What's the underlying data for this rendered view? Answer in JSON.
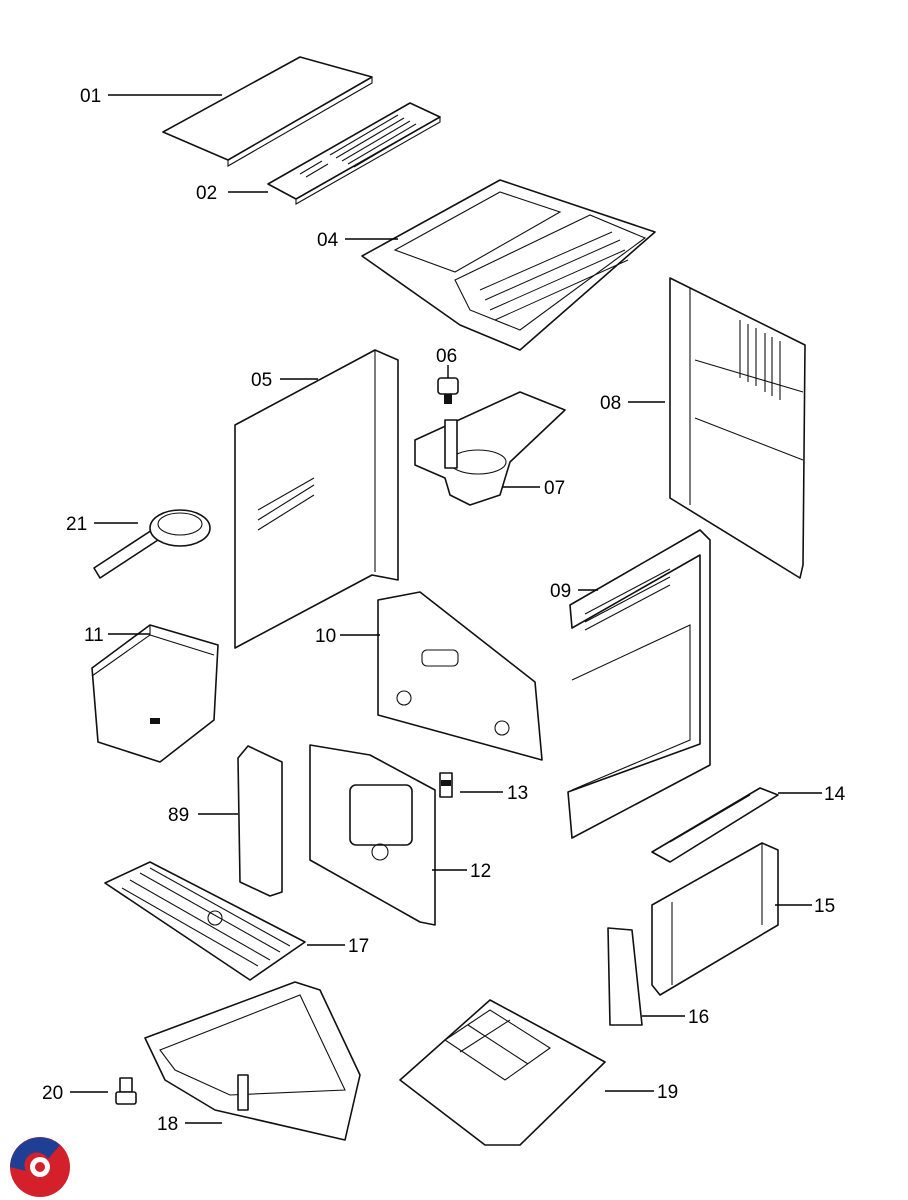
{
  "colors": {
    "line": "#111111",
    "background": "#ffffff",
    "logo_red": "#d4202a",
    "logo_blue": "#1f3f95"
  },
  "parts": [
    {
      "id": "01",
      "icon": "top-lid"
    },
    {
      "id": "02",
      "icon": "vent-cover"
    },
    {
      "id": "04",
      "icon": "cup-tray-top"
    },
    {
      "id": "05",
      "icon": "left-side-panel"
    },
    {
      "id": "06",
      "icon": "knob"
    },
    {
      "id": "07",
      "icon": "funnel-hopper"
    },
    {
      "id": "08",
      "icon": "rear-panel"
    },
    {
      "id": "09",
      "icon": "right-side-panel"
    },
    {
      "id": "10",
      "icon": "control-panel"
    },
    {
      "id": "11",
      "icon": "grounds-container"
    },
    {
      "id": "12",
      "icon": "brew-unit-door"
    },
    {
      "id": "13",
      "icon": "latch"
    },
    {
      "id": "14",
      "icon": "tank-lid"
    },
    {
      "id": "15",
      "icon": "water-tank"
    },
    {
      "id": "16",
      "icon": "side-cover"
    },
    {
      "id": "17",
      "icon": "drip-grille"
    },
    {
      "id": "18",
      "icon": "drip-tray"
    },
    {
      "id": "19",
      "icon": "base-plate"
    },
    {
      "id": "20",
      "icon": "foot"
    },
    {
      "id": "21",
      "icon": "measuring-scoop"
    },
    {
      "id": "89",
      "icon": "front-trim"
    }
  ]
}
